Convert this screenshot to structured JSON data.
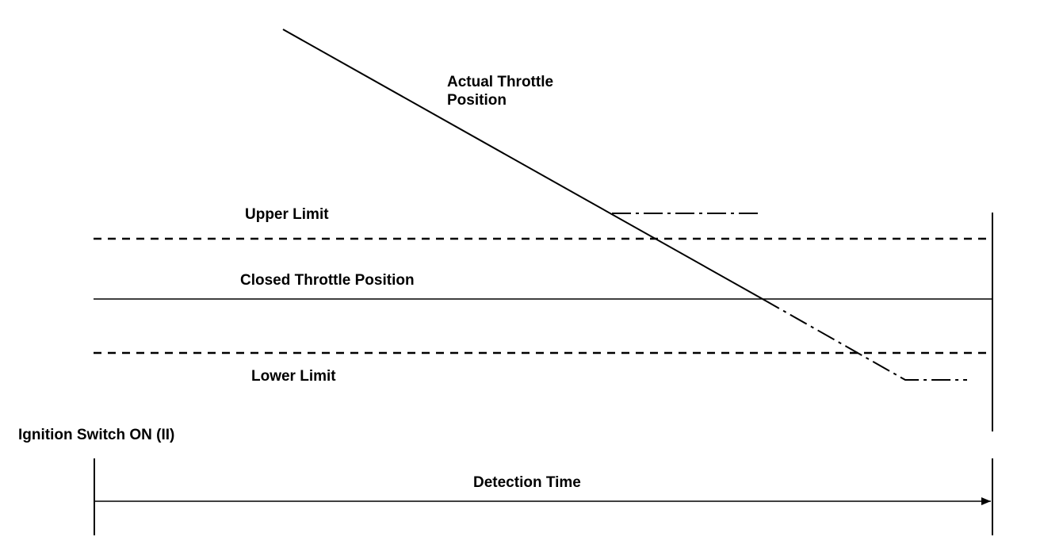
{
  "labels": {
    "actual_throttle_line1": "Actual Throttle",
    "actual_throttle_line2": "Position",
    "upper_limit": "Upper Limit",
    "closed_throttle_position": "Closed Throttle Position",
    "lower_limit": "Lower Limit",
    "ignition_switch_on": "Ignition Switch ON (II)",
    "detection_time": "Detection Time"
  },
  "colors": {
    "line": "#000000",
    "background": "#ffffff"
  }
}
